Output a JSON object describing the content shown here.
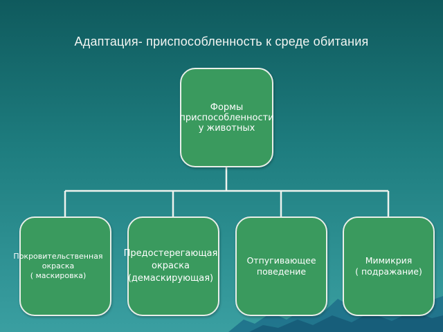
{
  "title": "Адаптация- приспособленность к  среде обитания",
  "root": "Формы\nприспособленности\nу животных",
  "children": [
    "Покровительственная\nокраска\n( маскировка)",
    "Предостерегающая\nокраска\n(демаскирующая)",
    "Отпугивающее\nповедение",
    "Мимикрия\n( подражание)"
  ],
  "colors": {
    "node_fill": "#3a9a5e",
    "node_border": "#e9efe9",
    "background_top": "#0f5a5d",
    "background_bottom": "#3a9fa1"
  }
}
